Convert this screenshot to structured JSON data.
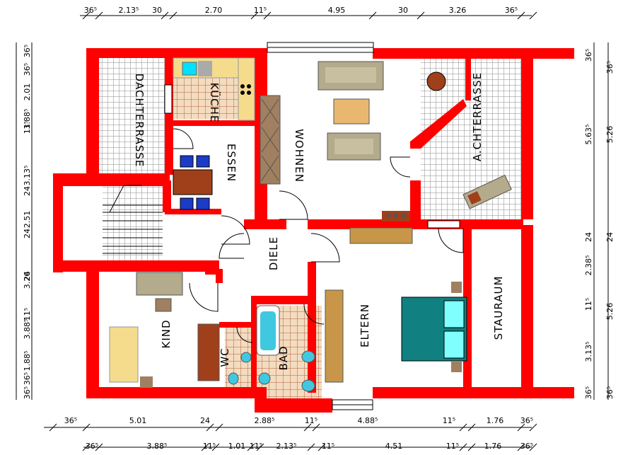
{
  "rooms": {
    "dachterrasse": "DACHTERRASSE",
    "kueche": "KÜCHE",
    "essen": "ESSEN",
    "wohnen": "WOHNEN",
    "dachterrasse_right": "A.CHTERRASSE",
    "diele": "DIELE",
    "eltern": "ELTERN",
    "stauraum": "STAURAUM",
    "kind": "KIND",
    "wc": "WC",
    "bad": "BAD"
  },
  "dimensions": {
    "top": [
      "36⁵",
      "2.13⁵",
      "30",
      "2.70",
      "11⁵",
      "4.95",
      "30",
      "3.26",
      "36⁵"
    ],
    "bottom_1": [
      "36⁵",
      "5.01",
      "24",
      "2.88⁵",
      "11⁵",
      "4.88⁵",
      "11⁵",
      "1.76",
      "36⁵"
    ],
    "bottom_2": [
      "36⁵",
      "3.88⁵",
      "11⁵",
      "1.01",
      "11⁵",
      "2.13⁵",
      "11⁵",
      "4.51",
      "11⁵",
      "1.76",
      "36⁵"
    ],
    "left_1": [
      "36⁵",
      "36⁵",
      "2.01",
      "3.88⁵",
      "11⁵",
      "3.13⁵",
      "24",
      "2.51",
      "24",
      "24",
      "3.26",
      "3.88⁵",
      "11⁵",
      "1.88⁵",
      "36⁵",
      "36⁵"
    ],
    "right_1": [
      "36⁵",
      "5.63⁵",
      "24",
      "2.38⁵",
      "11⁵",
      "3.13⁵",
      "36⁵"
    ],
    "right_2": [
      "36⁵",
      "5.26",
      "24",
      "5.26",
      "36⁵"
    ]
  },
  "colors": {
    "wall": "#ff0000",
    "tile": "#808080",
    "floor_tile": "#e8c8a0",
    "counter": "#f5dc8c",
    "table": "#a0401a",
    "chair": "#1a3cc8",
    "sofa": "#b4aa8c",
    "wood": "#c89648",
    "bed": "#108080",
    "pillow": "#80ffff",
    "sanitary": "#40c8e0"
  }
}
